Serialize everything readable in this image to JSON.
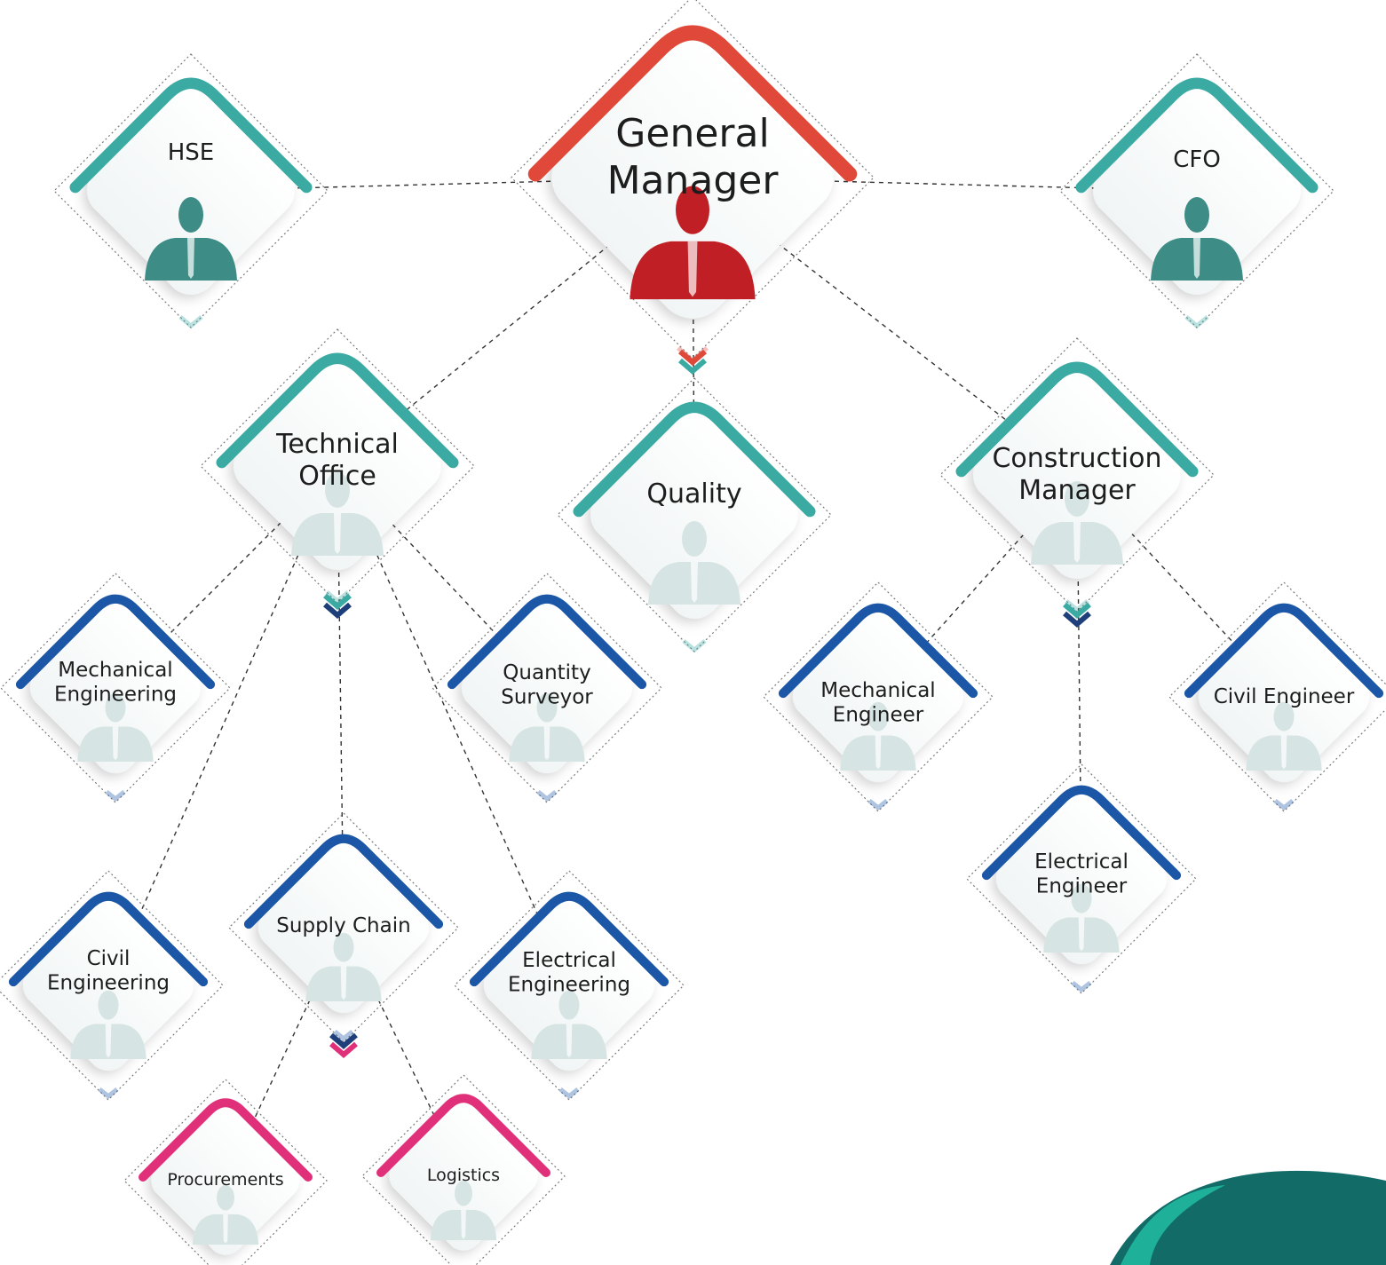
{
  "colors": {
    "general_manager": "#e0493a",
    "teal": "#3aaaa2",
    "blue": "#1b57a6",
    "pink": "#e0307a",
    "navy": "#1f3f7a",
    "person_teal": "#3d8c86",
    "person_red": "#c02025",
    "person_ghost": "#d6e5e3",
    "corner_dark_teal": "#136b68",
    "corner_light_teal": "#1fb09a"
  },
  "nodes": {
    "general_manager": {
      "lines": [
        "General",
        "Manager"
      ],
      "ring": "general_manager",
      "person": "red-person-icon"
    },
    "hse": {
      "lines": [
        "HSE"
      ],
      "ring": "teal",
      "person": "teal-person-icon"
    },
    "cfo": {
      "lines": [
        "CFO"
      ],
      "ring": "teal",
      "person": "teal-person-icon"
    },
    "technical_office": {
      "lines": [
        "Technical",
        "Office"
      ],
      "ring": "teal",
      "person": "ghost-person-icon"
    },
    "quality": {
      "lines": [
        "Quality"
      ],
      "ring": "teal",
      "person": "ghost-person-icon"
    },
    "construction_manager": {
      "lines": [
        "Construction",
        "Manager"
      ],
      "ring": "teal",
      "person": "ghost-person-icon"
    },
    "mechanical_engineering": {
      "lines": [
        "Mechanical",
        "Engineering"
      ],
      "ring": "blue",
      "person": "ghost-person-icon"
    },
    "quantity_surveyor": {
      "lines": [
        "Quantity",
        "Surveyor"
      ],
      "ring": "blue",
      "person": "ghost-person-icon"
    },
    "mechanical_engineer": {
      "lines": [
        "Mechanical",
        "Engineer"
      ],
      "ring": "blue",
      "person": "ghost-person-icon"
    },
    "civil_engineer": {
      "lines": [
        "Civil Engineer"
      ],
      "ring": "blue",
      "person": "ghost-person-icon"
    },
    "electrical_engineer": {
      "lines": [
        "Electrical",
        "Engineer"
      ],
      "ring": "blue",
      "person": "ghost-person-icon"
    },
    "civil_engineering": {
      "lines": [
        "Civil",
        "Engineering"
      ],
      "ring": "blue",
      "person": "ghost-person-icon"
    },
    "supply_chain": {
      "lines": [
        "Supply Chain"
      ],
      "ring": "blue",
      "person": "ghost-person-icon"
    },
    "electrical_engineering": {
      "lines": [
        "Electrical",
        "Engineering"
      ],
      "ring": "blue",
      "person": "ghost-person-icon"
    },
    "procurements": {
      "lines": [
        "Procurements"
      ],
      "ring": "pink",
      "person": "ghost-person-icon"
    },
    "logistics": {
      "lines": [
        "Logistics"
      ],
      "ring": "pink",
      "person": "ghost-person-icon"
    }
  },
  "edges": [
    [
      "general_manager",
      "hse"
    ],
    [
      "general_manager",
      "cfo"
    ],
    [
      "general_manager",
      "technical_office"
    ],
    [
      "general_manager",
      "quality"
    ],
    [
      "general_manager",
      "construction_manager"
    ],
    [
      "technical_office",
      "mechanical_engineering"
    ],
    [
      "technical_office",
      "quantity_surveyor"
    ],
    [
      "technical_office",
      "civil_engineering"
    ],
    [
      "technical_office",
      "supply_chain"
    ],
    [
      "technical_office",
      "electrical_engineering"
    ],
    [
      "construction_manager",
      "mechanical_engineer"
    ],
    [
      "construction_manager",
      "civil_engineer"
    ],
    [
      "construction_manager",
      "electrical_engineer"
    ],
    [
      "supply_chain",
      "procurements"
    ],
    [
      "supply_chain",
      "logistics"
    ]
  ]
}
